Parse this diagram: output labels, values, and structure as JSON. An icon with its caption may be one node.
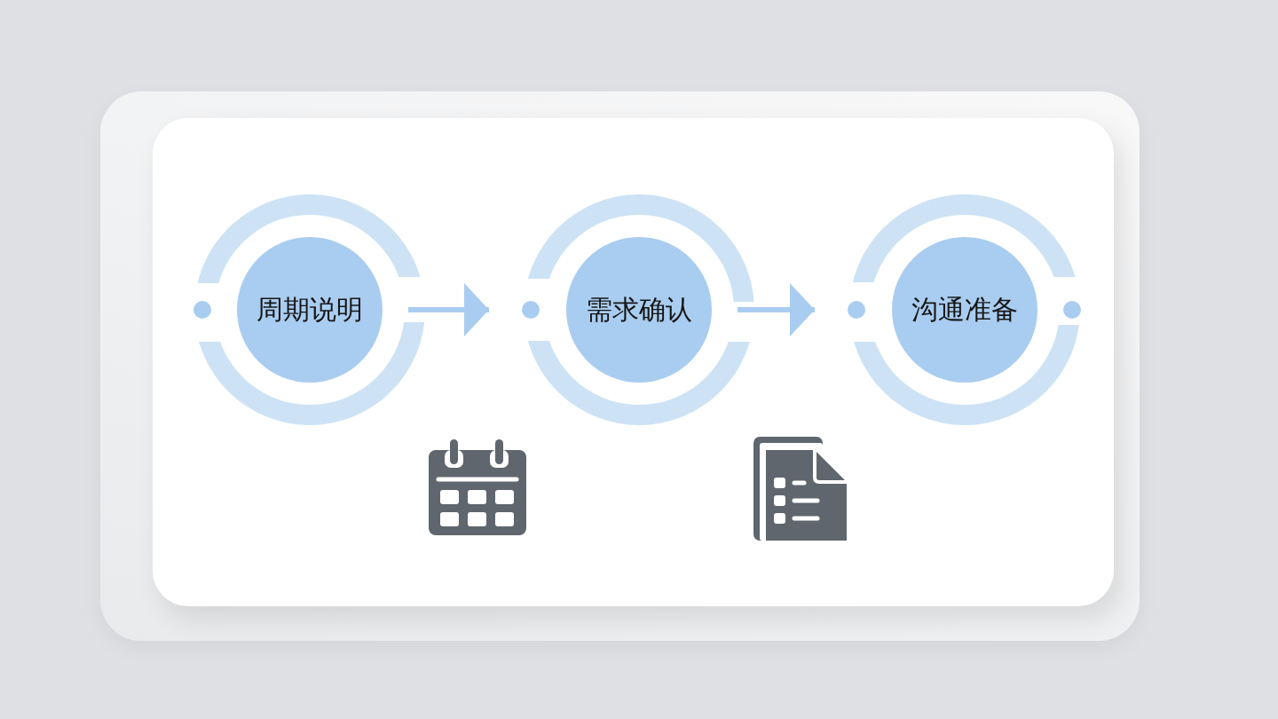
{
  "diagram": {
    "nodes": [
      {
        "text": [
          "周期说明"
        ]
      },
      {
        "text": [
          "需求确认"
        ]
      },
      {
        "text": [
          "沟通准备"
        ]
      }
    ],
    "edges": [
      {
        "from": 0,
        "to": 1,
        "arrow": "to"
      },
      {
        "from": 1,
        "to": 2,
        "arrow": "to"
      }
    ]
  }
}
